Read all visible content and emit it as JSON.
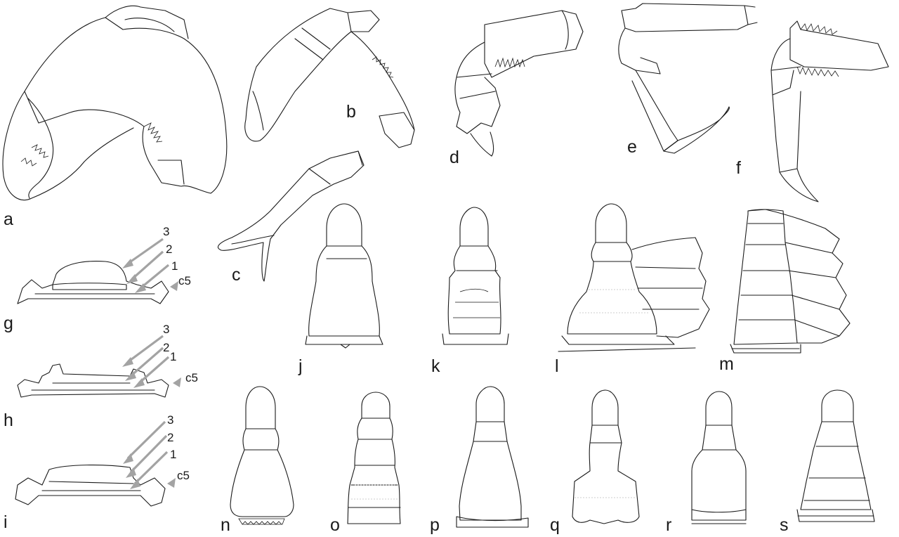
{
  "panels": {
    "a": "a",
    "b": "b",
    "c": "c",
    "d": "d",
    "e": "e",
    "f": "f",
    "g": "g",
    "h": "h",
    "i": "i",
    "j": "j",
    "k": "k",
    "l": "l",
    "m": "m",
    "n": "n",
    "o": "o",
    "p": "p",
    "q": "q",
    "r": "r",
    "s": "s"
  },
  "arrow_labels": [
    "3",
    "2",
    "1",
    "c5"
  ],
  "colors": {
    "line": "#1a1a1a",
    "arrow": "#a3a3a3",
    "background": "#ffffff"
  }
}
